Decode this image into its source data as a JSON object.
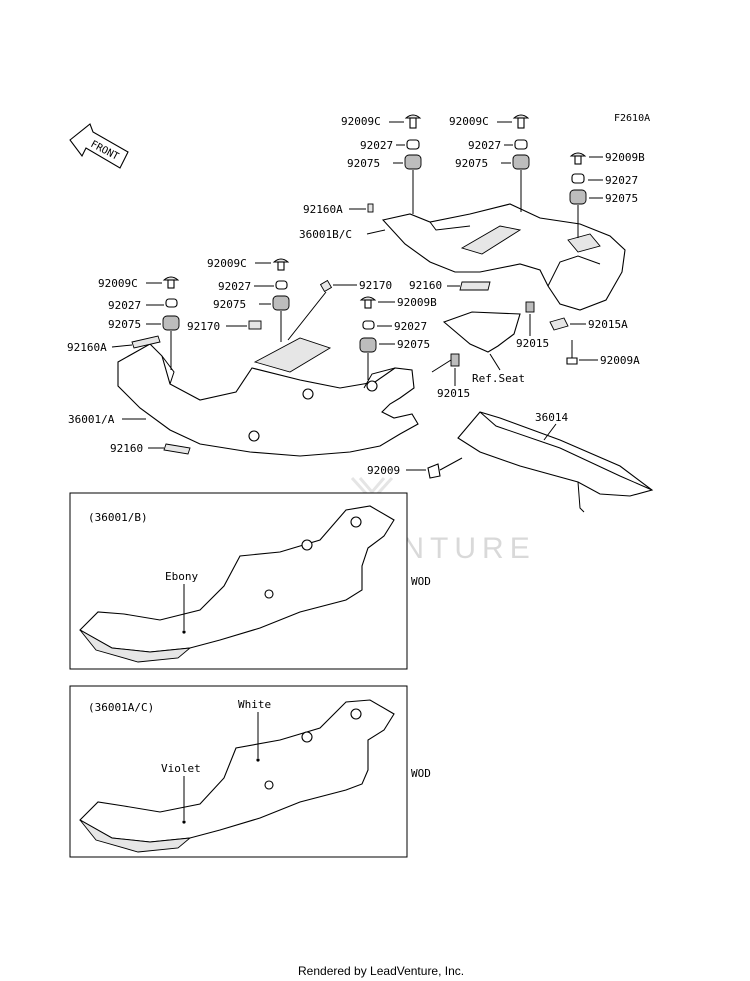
{
  "diagram_code": "F2610A",
  "front_label": "FRONT",
  "callouts": {
    "c1_92009C": "92009C",
    "c1_92027": "92027",
    "c1_92075": "92075",
    "c2_92009C": "92009C",
    "c2_92027": "92027",
    "c2_92075": "92075",
    "c3_92009B": "92009B",
    "c3_92027": "92027",
    "c3_92075": "92075",
    "c_92160A_top": "92160A",
    "c_36001BC": "36001B/C",
    "c4_92009C": "92009C",
    "c4_92027": "92027",
    "c4_92075": "92075",
    "c5_92009C": "92009C",
    "c5_92027": "92027",
    "c5_92075": "92075",
    "c_92170_a": "92170",
    "c_92170_b": "92170",
    "c_92160_mid": "92160",
    "c6_92009B": "92009B",
    "c6_92027": "92027",
    "c6_92075": "92075",
    "c_92160A_left": "92160A",
    "c_92015_a": "92015",
    "c_92015A": "92015A",
    "c_92009A": "92009A",
    "c_ref_seat": "Ref.Seat",
    "c_92015_b": "92015",
    "c_36001A": "36001/A",
    "c_36014": "36014",
    "c_92160_low": "92160",
    "c_92009": "92009"
  },
  "inset_b": {
    "header": "(36001/B)",
    "color_label": "Ebony",
    "variant": "WOD"
  },
  "inset_ac": {
    "header": "(36001A/C)",
    "color_white": "White",
    "color_violet": "Violet",
    "variant": "WOD"
  },
  "watermark": "LEADVENTURE",
  "footer": "Rendered by LeadVenture, Inc."
}
